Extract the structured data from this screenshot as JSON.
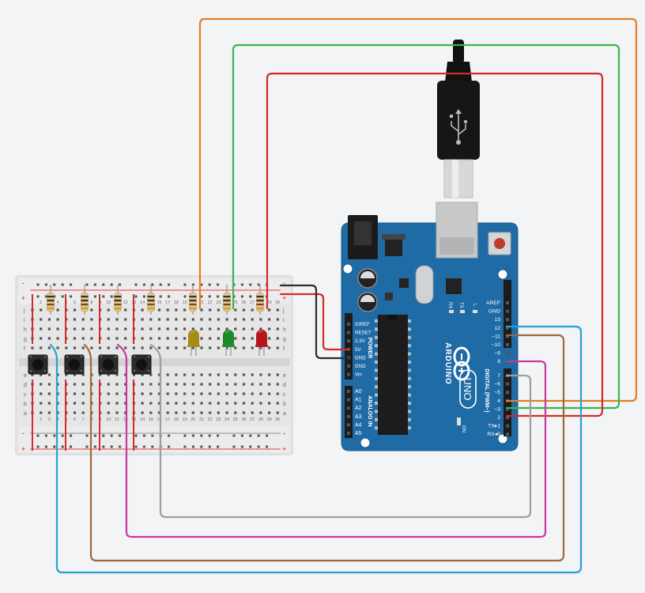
{
  "breadboard": {
    "rail_plus": "+",
    "rail_minus": "-",
    "row_letters_top": [
      "a",
      "b",
      "c",
      "d",
      "e"
    ],
    "row_letters_bottom": [
      "f",
      "g",
      "h",
      "i",
      "j"
    ],
    "column_numbers": [
      "1",
      "5",
      "10",
      "15",
      "20",
      "25",
      "30"
    ],
    "column_numbers_small": [
      "2",
      "3",
      "4",
      "6",
      "7",
      "8",
      "9",
      "11",
      "12",
      "13",
      "14",
      "16",
      "17",
      "18",
      "19",
      "21",
      "22",
      "23",
      "24",
      "26",
      "27",
      "28",
      "29"
    ]
  },
  "arduino": {
    "brand": "ARDUINO",
    "model": "UNO",
    "on_label": "ON",
    "tx_label": "TX",
    "rx_label": "RX",
    "l_label": "L",
    "power_header_title": "POWER",
    "power_pins": [
      "IOREF",
      "RESET",
      "3.3V",
      "5V",
      "GND",
      "GND",
      "Vin"
    ],
    "analog_header_title": "ANALOG IN",
    "analog_pins": [
      "A0",
      "A1",
      "A2",
      "A3",
      "A4",
      "A5"
    ],
    "digital_header_title": "DIGITAL (PWM~)",
    "digital_pins_top": [
      "AREF",
      "GND",
      "13",
      "12",
      "~11",
      "~10",
      "~9",
      "8"
    ],
    "digital_pins_bottom": [
      "7",
      "~6",
      "~5",
      "4",
      "~3",
      "2",
      "TX▸1",
      "RX◂0"
    ]
  },
  "components": {
    "leds": [
      {
        "name": "yellow-led",
        "color": "#a58c14"
      },
      {
        "name": "green-led",
        "color": "#1d8a2c"
      },
      {
        "name": "red-led",
        "color": "#b4171a"
      }
    ],
    "buttons": [
      "button-1",
      "button-2",
      "button-3",
      "button-4"
    ],
    "resistor_count": 7
  },
  "wire_colors": {
    "orange": "#e67e22",
    "green": "#3cb54a",
    "red": "#d42a2a",
    "black": "#2b2b2b",
    "blue": "#2a9fd6",
    "brown": "#9a6a3c",
    "magenta": "#c63a9c",
    "gray": "#9e9e9e"
  },
  "board_color": "#1f6ba6"
}
